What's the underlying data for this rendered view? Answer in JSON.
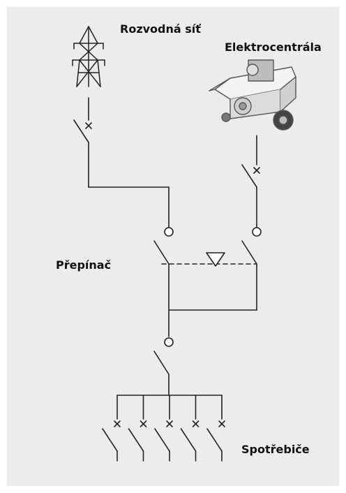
{
  "labels": {
    "grid": "Rozvodná síť",
    "generator": "Elektrocentrála",
    "switch": "Přepínač",
    "consumers": "Spotřebiče"
  },
  "icons": {
    "pylon": "power-pylon-icon",
    "generator": "generator-icon"
  },
  "colors": {
    "background": "#ececec",
    "line": "#222222"
  },
  "consumer_circuit_count": 5
}
